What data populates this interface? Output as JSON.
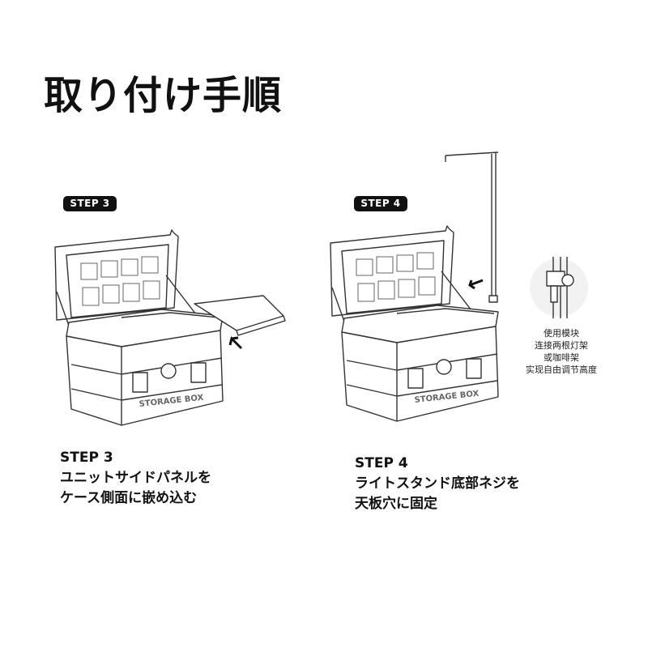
{
  "title": "取り付け手順",
  "steps": [
    {
      "badge": "STEP 3",
      "heading": "STEP 3",
      "lines": [
        "ユニットサイドパネルを",
        "ケース側面に嵌め込む"
      ],
      "box_label": "STORAGE BOX"
    },
    {
      "badge": "STEP 4",
      "heading": "STEP 4",
      "lines": [
        "ライトスタンド底部ネジを",
        "天板穴に固定"
      ],
      "box_label": "STORAGE BOX",
      "note_lines": [
        "使用模块",
        "连接两根灯架",
        "或咖啡架",
        "实现自由调节高度"
      ]
    }
  ]
}
